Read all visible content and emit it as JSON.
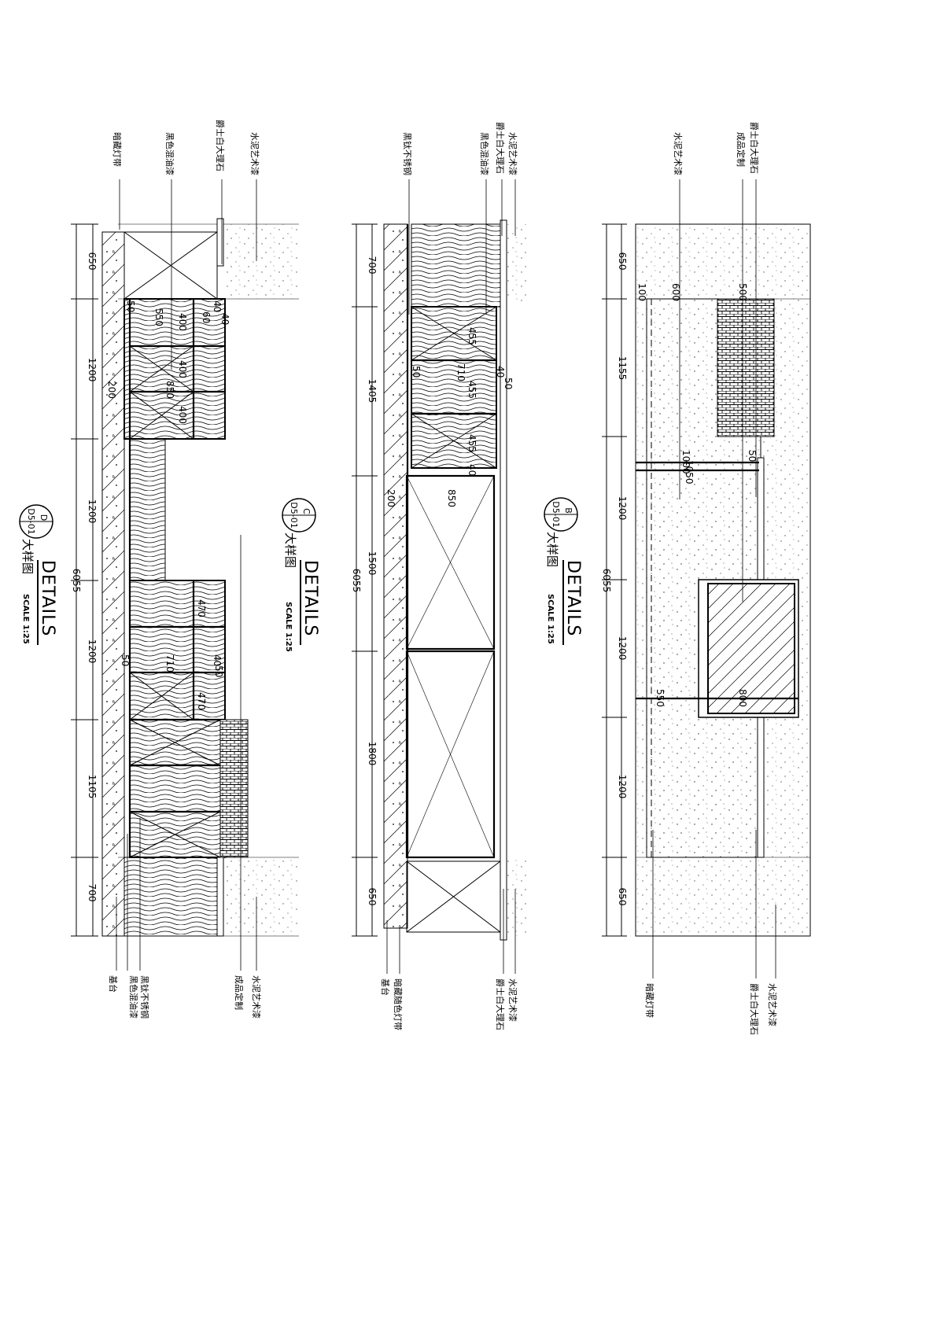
{
  "panels": {
    "D": {
      "title": "DETAILS",
      "subtitle": "大样图",
      "scale": "SCALE 1:25",
      "ref_letter": "D",
      "ref_sheet": "D5-01",
      "overall_dim": "6055",
      "segment_dims": [
        "650",
        "1200",
        "1200",
        "1200",
        "1105",
        "700"
      ],
      "inner_dims": [
        "550",
        "60",
        "50",
        "200",
        "850",
        "400",
        "400",
        "400",
        "50",
        "40",
        "50",
        "40",
        "40",
        "710",
        "470",
        "470"
      ],
      "labels_top": [
        "暗藏灯带",
        "黑色混油漆",
        "爵士白大理石",
        "水泥艺术漆"
      ],
      "labels_bottom": [
        "基台",
        "黑钛不锈钢",
        "黑色混油漆",
        "成品定制",
        "水泥艺术漆"
      ]
    },
    "C": {
      "title": "DETAILS",
      "subtitle": "大样图",
      "scale": "SCALE 1:25",
      "ref_letter": "C",
      "ref_sheet": "D5-01",
      "overall_dim": "6055",
      "segment_dims": [
        "700",
        "1405",
        "1500",
        "1800",
        "650"
      ],
      "inner_dims": [
        "50",
        "710",
        "40",
        "50",
        "455",
        "455",
        "455",
        "40",
        "200",
        "850"
      ],
      "labels_top": [
        "黑钛不锈钢",
        "黑色混油漆",
        "爵士白大理石",
        "水泥艺术漆"
      ],
      "labels_bottom": [
        "基台",
        "暗藏随色灯带",
        "爵士白大理石",
        "水泥艺术漆"
      ]
    },
    "B": {
      "title": "DETAILS",
      "subtitle": "大样图",
      "scale": "SCALE 1:25",
      "ref_letter": "B",
      "ref_sheet": "D5-01",
      "overall_dim": "6055",
      "segment_dims": [
        "650",
        "1155",
        "1200",
        "1200",
        "1200",
        "650"
      ],
      "inner_dims": [
        "100",
        "600",
        "500",
        "1000",
        "50",
        "1050",
        "550",
        "800"
      ],
      "labels_top": [
        "水泥艺术漆",
        "成品定制",
        "爵士白大理石"
      ],
      "labels_bottom": [
        "暗藏灯带",
        "爵士白大理石",
        "水泥艺术漆"
      ]
    }
  }
}
